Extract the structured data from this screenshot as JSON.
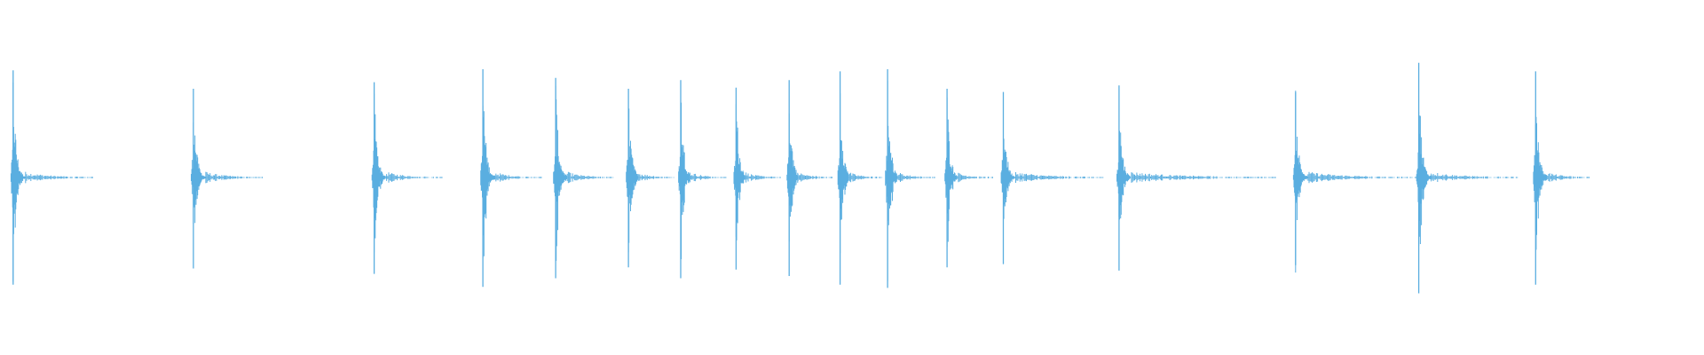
{
  "waveform": {
    "color": "#5aaee0",
    "amplitude_scale": "linear",
    "transients": [
      {
        "time": 0.0077,
        "peak_up": 0.99,
        "peak_down": 0.99,
        "tail": 0.047
      },
      {
        "time": 0.1135,
        "peak_up": 0.82,
        "peak_down": 0.84,
        "tail": 0.041
      },
      {
        "time": 0.2196,
        "peak_up": 0.88,
        "peak_down": 0.89,
        "tail": 0.041
      },
      {
        "time": 0.2834,
        "peak_up": 1.0,
        "peak_down": 1.01,
        "tail": 0.035
      },
      {
        "time": 0.3261,
        "peak_up": 0.92,
        "peak_down": 0.93,
        "tail": 0.034
      },
      {
        "time": 0.3688,
        "peak_up": 0.82,
        "peak_down": 0.83,
        "tail": 0.027
      },
      {
        "time": 0.3995,
        "peak_up": 0.9,
        "peak_down": 0.93,
        "tail": 0.027
      },
      {
        "time": 0.432,
        "peak_up": 0.83,
        "peak_down": 0.85,
        "tail": 0.026
      },
      {
        "time": 0.4631,
        "peak_up": 0.9,
        "peak_down": 0.91,
        "tail": 0.026
      },
      {
        "time": 0.493,
        "peak_up": 0.98,
        "peak_down": 0.99,
        "tail": 0.025
      },
      {
        "time": 0.5209,
        "peak_up": 1.0,
        "peak_down": 1.02,
        "tail": 0.028
      },
      {
        "time": 0.5558,
        "peak_up": 0.82,
        "peak_down": 0.83,
        "tail": 0.027
      },
      {
        "time": 0.5888,
        "peak_up": 0.79,
        "peak_down": 0.8,
        "tail": 0.059
      },
      {
        "time": 0.6567,
        "peak_up": 0.85,
        "peak_down": 0.86,
        "tail": 0.092
      },
      {
        "time": 0.7603,
        "peak_up": 0.79,
        "peak_down": 0.81,
        "tail": 0.071
      },
      {
        "time": 0.8326,
        "peak_up": 1.06,
        "peak_down": 1.07,
        "tail": 0.058
      },
      {
        "time": 0.9012,
        "peak_up": 0.98,
        "peak_down": 0.99,
        "tail": 0.032
      }
    ]
  }
}
